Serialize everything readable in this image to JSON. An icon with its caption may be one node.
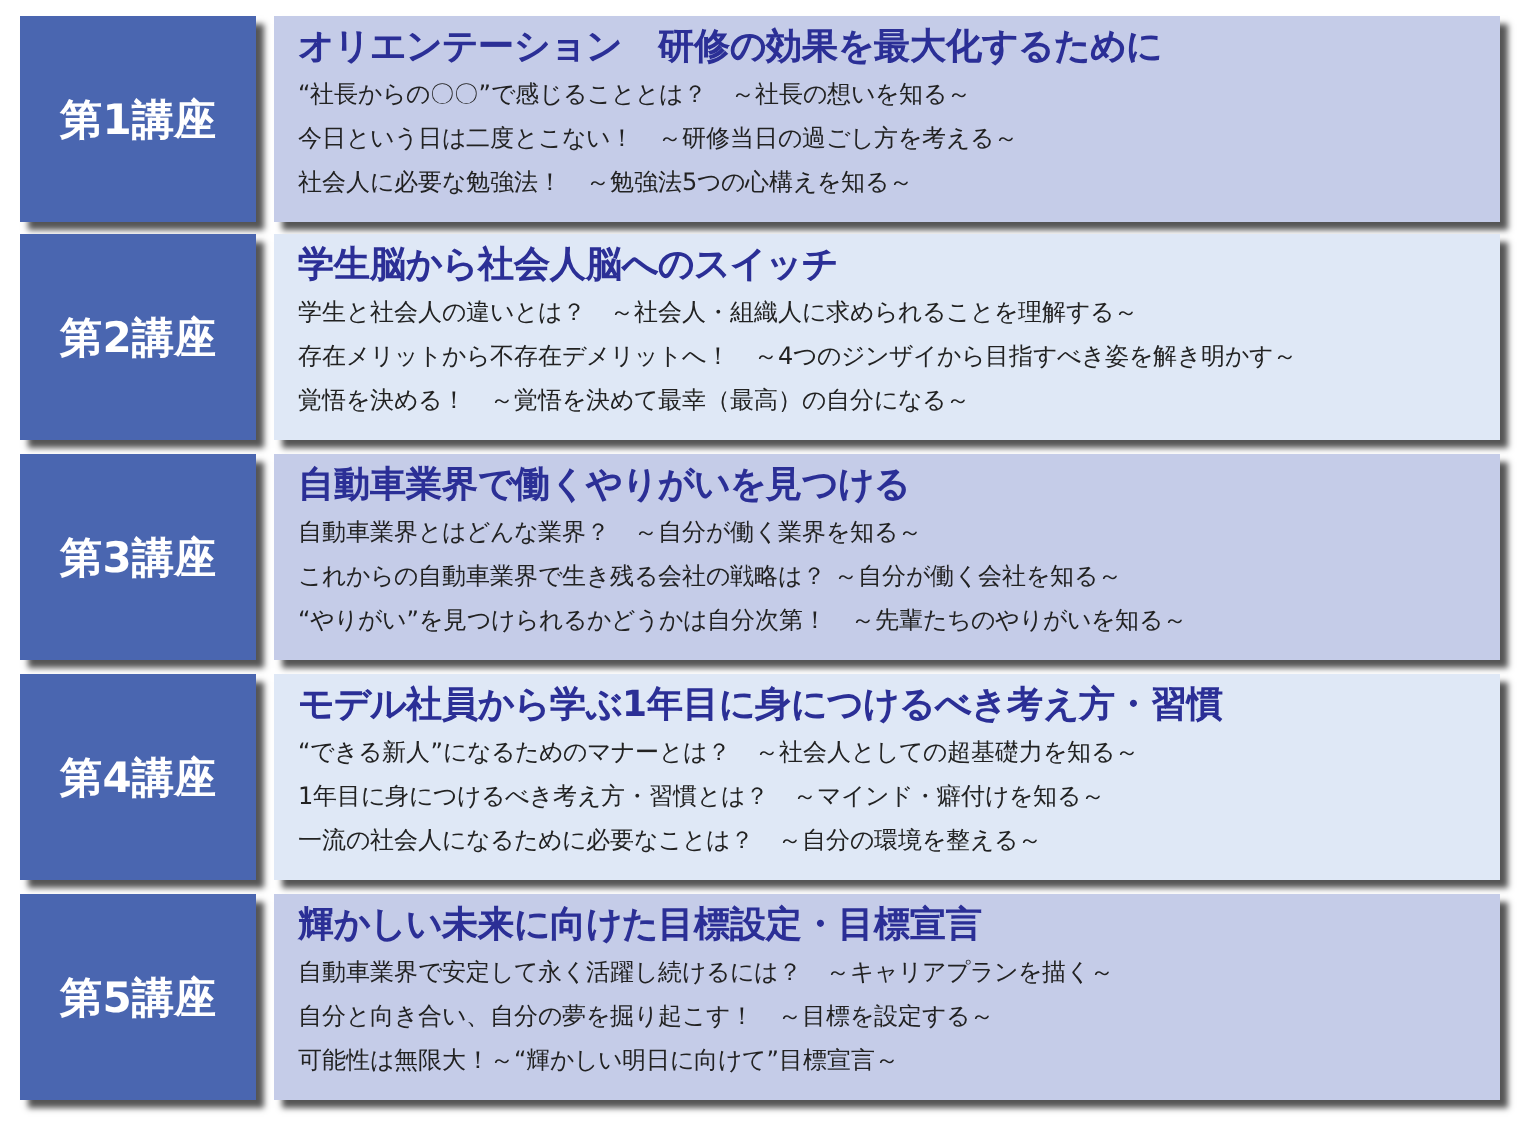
{
  "diagram": {
    "nodes": [
      {
        "text": [
          "第1講座"
        ]
      },
      {
        "text": [
          "オリエンテーション　研修の効果を最大化するために",
          "“社長からの〇〇”で感じることとは？　～社長の想いを知る～",
          "今日という日は二度とこない！　～研修当日の過ごし方を考える～",
          "社会人に必要な勉強法！　～勉強法5つの心構えを知る～"
        ]
      },
      {
        "text": [
          "第2講座"
        ]
      },
      {
        "text": [
          "学生脳から社会人脳へのスイッチ",
          "学生と社会人の違いとは？　～社会人・組織人に求められることを理解する～",
          "存在メリットから不存在デメリットへ！　～4つのジンザイから目指すべき姿を解き明かす～",
          "覚悟を決める！　～覚悟を決めて最幸（最高）の自分になる～"
        ]
      },
      {
        "text": [
          "第3講座"
        ]
      },
      {
        "text": [
          "自動車業界で働くやりがいを見つける",
          "自動車業界とはどんな業界？　～自分が働く業界を知る～",
          "これからの自動車業界で生き残る会社の戦略は？ ～自分が働く会社を知る～",
          "“やりがい”を見つけられるかどうかは自分次第！　～先輩たちのやりがいを知る～"
        ]
      },
      {
        "text": [
          "第4講座"
        ]
      },
      {
        "text": [
          "モデル社員から学ぶ1年目に身につけるべき考え方・習慣",
          "“できる新人”になるためのマナーとは？　～社会人としての超基礎力を知る～",
          "1年目に身につけるべき考え方・習慣とは？　～マインド・癖付けを知る～",
          "一流の社会人になるために必要なことは？　～自分の環境を整える～"
        ]
      },
      {
        "text": [
          "第5講座"
        ]
      },
      {
        "text": [
          "輝かしい未来に向けた目標設定・目標宣言",
          "自動車業界で安定して永く活躍し続けるには？　～キャリアプランを描く～",
          "自分と向き合い、自分の夢を掘り起こす！　～目標を設定する～",
          "可能性は無限大！～“輝かしい明日に向けて”目標宣言～"
        ]
      }
    ]
  }
}
